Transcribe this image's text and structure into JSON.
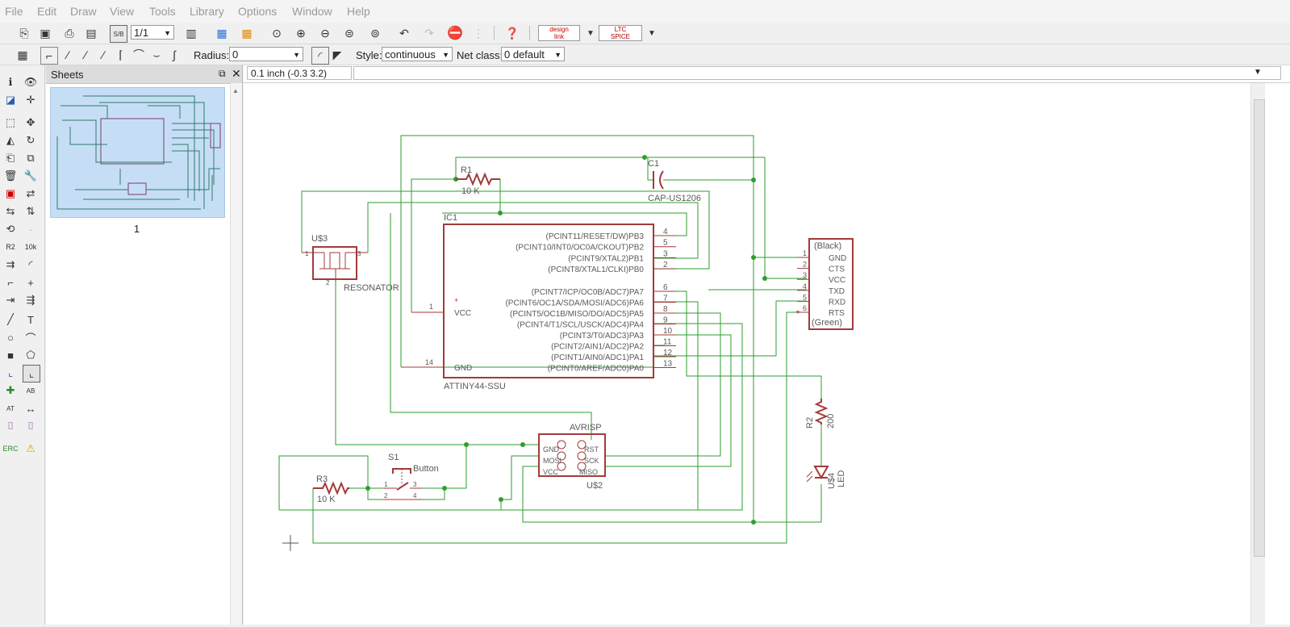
{
  "menu": [
    "File",
    "Edit",
    "Draw",
    "View",
    "Tools",
    "Library",
    "Options",
    "Window",
    "Help"
  ],
  "toolbar1": {
    "sheet_select": "1/1",
    "designlink": [
      "design",
      "link"
    ],
    "ltspice": [
      "LTC",
      "SPICE"
    ]
  },
  "toolbar2": {
    "radius_label": "Radius:",
    "radius_value": "0",
    "style_label": "Style:",
    "style_value": "continuous",
    "netclass_label": "Net class:",
    "netclass_value": "0 default"
  },
  "sheets": {
    "title": "Sheets",
    "sheet_number": "1"
  },
  "coord": "0.1 inch (-0.3 3.2)",
  "schematic": {
    "r1": {
      "name": "R1",
      "value": "10 K"
    },
    "c1": {
      "name": "C1",
      "value": "CAP-US1206"
    },
    "ic1": {
      "name": "IC1",
      "value": "ATTINY44-SSU",
      "vcc": "VCC",
      "gnd": "GND",
      "plus": "+",
      "vcc_pin": "1",
      "gnd_pin": "14",
      "pins": [
        {
          "label": "(PCINT11/RESET/DW)PB3",
          "num": "4"
        },
        {
          "label": "(PCINT10/INT0/OC0A/CKOUT)PB2",
          "num": "5"
        },
        {
          "label": "(PCINT9/XTAL2)PB1",
          "num": "3"
        },
        {
          "label": "(PCINT8/XTAL1/CLKI)PB0",
          "num": "2"
        },
        {
          "label": "(PCINT7/ICP/OC0B/ADC7)PA7",
          "num": "6"
        },
        {
          "label": "(PCINT6/OC1A/SDA/MOSI/ADC6)PA6",
          "num": "7"
        },
        {
          "label": "(PCINT5/OC1B/MISO/DO/ADC5)PA5",
          "num": "8"
        },
        {
          "label": "(PCINT4/T1/SCL/USCK/ADC4)PA4",
          "num": "9"
        },
        {
          "label": "(PCINT3/T0/ADC3)PA3",
          "num": "10"
        },
        {
          "label": "(PCINT2/AIN1/ADC2)PA2",
          "num": "11"
        },
        {
          "label": "(PCINT1/AIN0/ADC1)PA1",
          "num": "12"
        },
        {
          "label": "(PCINT0/AREF/ADC0)PA0",
          "num": "13"
        }
      ]
    },
    "u3": {
      "name": "U$3",
      "value": "RESONATOR",
      "p1": "1",
      "p2": "2",
      "p3": "3"
    },
    "ftdi": {
      "top": "(Black)",
      "bottom": "(Green)",
      "plus": "+",
      "pins": [
        {
          "label": "GND",
          "num": "1"
        },
        {
          "label": "CTS",
          "num": "2"
        },
        {
          "label": "VCC",
          "num": "3"
        },
        {
          "label": "TXD",
          "num": "4"
        },
        {
          "label": "RXD",
          "num": "5"
        },
        {
          "label": "RTS",
          "num": "6"
        }
      ]
    },
    "r2": {
      "name": "R2",
      "value": "200"
    },
    "led": {
      "name": "U$4",
      "value": "LED"
    },
    "isp": {
      "title": "AVRISP",
      "name": "U$2",
      "gnd": "GND",
      "mosi": "MOSI",
      "vcc": "VCC",
      "rst": "RST",
      "sck": "SCK",
      "miso": "MISO"
    },
    "s1": {
      "name": "S1",
      "value": "Button",
      "p1": "1",
      "p2": "2",
      "p3": "3",
      "p4": "4"
    },
    "r3": {
      "name": "R3",
      "value": "10 K"
    }
  },
  "colors": {
    "wire": "#2e9e2e",
    "part": "#a33a3a",
    "text": "#5a5a5a",
    "thumb_bg": "#c6def5"
  }
}
